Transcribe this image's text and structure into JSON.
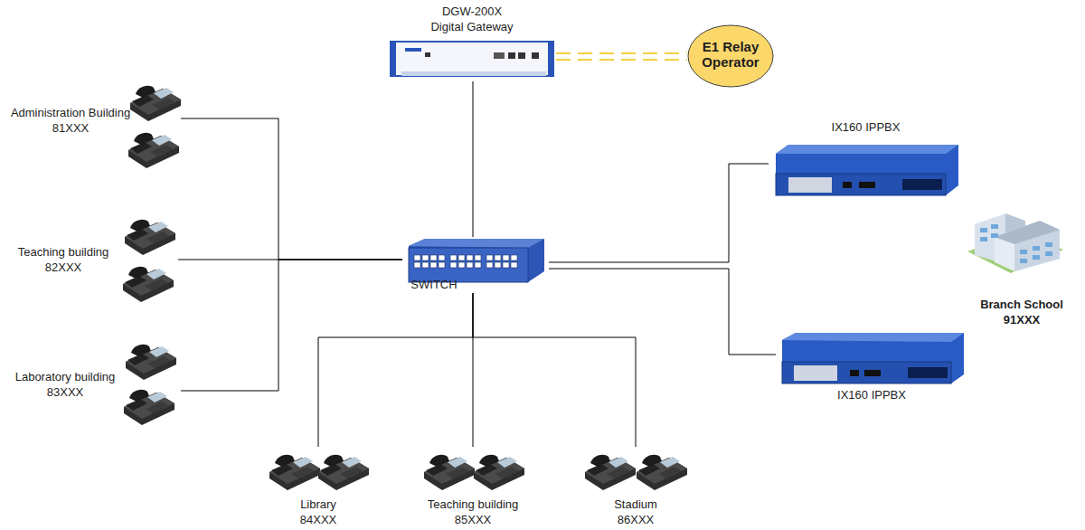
{
  "diagram": {
    "nodes": [
      {
        "text": [
          "DGW-200X Digital Gateway"
        ]
      },
      {
        "text": [
          "E1 Relay Operator"
        ]
      },
      {
        "text": [
          "Administration Building",
          "81XXX"
        ]
      },
      {
        "text": [
          "IX160 IPPBX"
        ]
      },
      {
        "text": [
          "Teaching building",
          "82XXX"
        ]
      },
      {
        "text": [
          "SWITCH"
        ]
      },
      {
        "text": [
          "Branch School",
          "91XXX"
        ]
      },
      {
        "text": [
          "Laboratory building",
          "83XXX"
        ]
      },
      {
        "text": [
          "IX160 IPPBX"
        ]
      },
      {
        "text": [
          "Library",
          "84XXX"
        ]
      },
      {
        "text": [
          "Teaching building",
          "85XXX"
        ]
      },
      {
        "text": [
          "Stadium",
          "86XXX"
        ]
      }
    ],
    "edges": [
      {
        "from": 0,
        "to": 5,
        "arrow": "none"
      },
      {
        "from": 0,
        "to": 1,
        "arrow": "none"
      },
      {
        "from": 2,
        "to": 5,
        "arrow": "none"
      },
      {
        "from": 4,
        "to": 5,
        "arrow": "none"
      },
      {
        "from": 7,
        "to": 5,
        "arrow": "none"
      },
      {
        "from": 5,
        "to": 3,
        "arrow": "none"
      },
      {
        "from": 5,
        "to": 8,
        "arrow": "none"
      },
      {
        "from": 5,
        "to": 9,
        "arrow": "none"
      },
      {
        "from": 5,
        "to": 10,
        "arrow": "none"
      },
      {
        "from": 5,
        "to": 11,
        "arrow": "none"
      }
    ]
  }
}
